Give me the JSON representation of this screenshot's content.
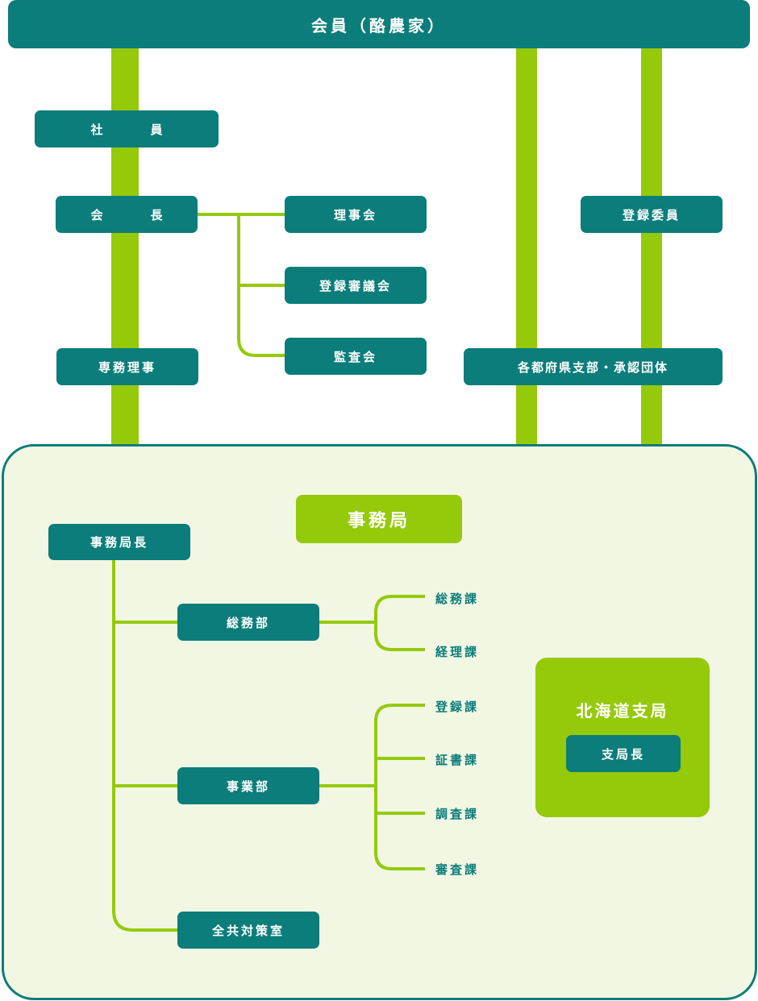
{
  "top": {
    "members": "会員（酪農家）"
  },
  "governance": {
    "staff": "社　員",
    "chairman": "会　長",
    "managing_director": "専務理事",
    "board": "理事会",
    "registration_council": "登録審議会",
    "audit": "監査会",
    "registration_committee": "登録委員",
    "prefectural_branches": "各都府県支部・承認団体"
  },
  "secretariat": {
    "title": "事務局",
    "director": "事務局長",
    "general_affairs_dept": "総務部",
    "business_dept": "事業部",
    "countermeasures_office": "全共対策室",
    "general_sections": [
      "総務課",
      "経理課"
    ],
    "business_sections": [
      "登録課",
      "証書課",
      "調査課",
      "審査課"
    ],
    "hokkaido_branch": "北海道支局",
    "branch_director": "支局長"
  },
  "colors": {
    "teal": "#0b7d7a",
    "green": "#94ca0a",
    "panel": "#f2f7e3"
  }
}
